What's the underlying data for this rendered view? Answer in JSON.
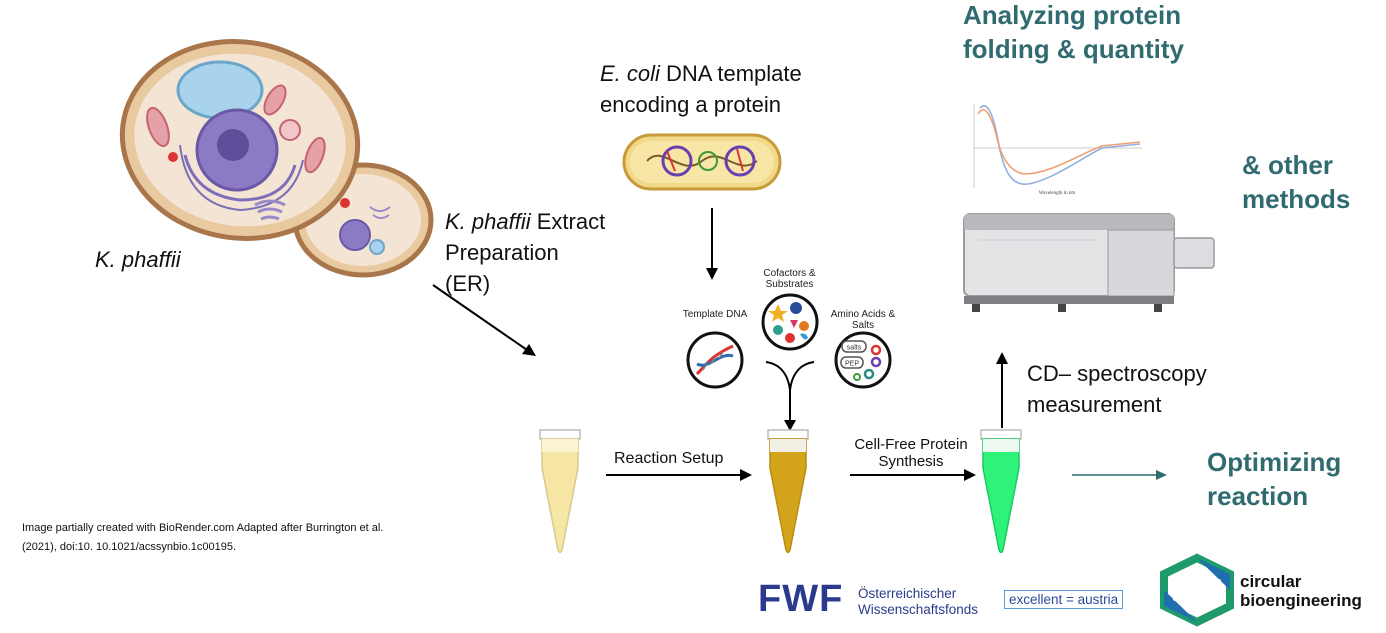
{
  "labels": {
    "kphaffii": "K. phaffii",
    "extract_italic": "K. phaffii",
    "extract_rest": " Extract",
    "extract_line2": "Preparation",
    "extract_line3": "(ER)",
    "ecoli_italic": "E. coli",
    "ecoli_rest": " DNA template",
    "ecoli_line2": "encoding a protein",
    "template_dna": "Template DNA",
    "cofactors": "Cofactors & Substrates",
    "amino_acids": "Amino Acids & Salts",
    "reaction_setup": "Reaction Setup",
    "cfps_line1": "Cell-Free Protein",
    "cfps_line2": "Synthesis",
    "cd_line1": "CD– spectroscopy",
    "cd_line2": "measurement",
    "analyzing_line1": "Analyzing protein",
    "analyzing_line2": "folding & quantity",
    "other_line1": "& other",
    "other_line2": "methods",
    "optimizing_line1": "Optimizing",
    "optimizing_line2": "reaction",
    "salts": "salts",
    "pep": "PEP",
    "plot_xlabel": "Wavelength in nm"
  },
  "credits": {
    "line1": "Image partially created with BioRender.com  Adapted after Burrington et al.",
    "line2": "(2021), doi:10. 10.1021/acssynbio.1c00195."
  },
  "logos": {
    "fwf": "FWF",
    "fwf_name_line1": "Österreichischer",
    "fwf_name_line2": "Wissenschaftsfonds",
    "excellent": "excellent = austria",
    "cb_line1": "circular",
    "cb_line2": "bioengineering"
  },
  "colors": {
    "teal_heading": "#2f6b6f",
    "tube_pale": "#f7e7a6",
    "tube_amber": "#d4a51c",
    "tube_green": "#2ef27a",
    "fwf_blue": "#2b3a8c"
  }
}
